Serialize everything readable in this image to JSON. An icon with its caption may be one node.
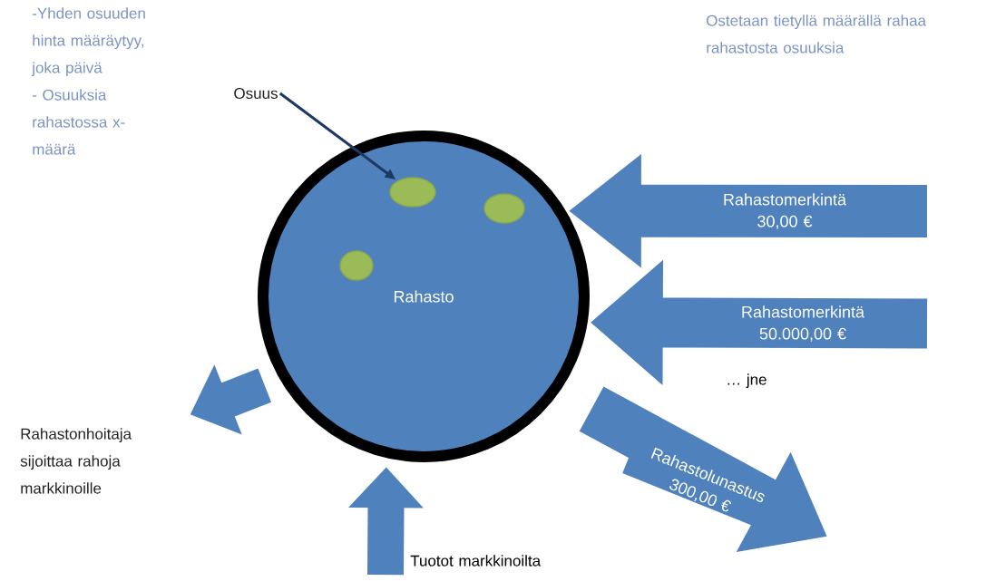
{
  "diagram": {
    "nodes": [
      {
        "text": [
          "Rahasto"
        ]
      },
      {
        "text": [],
        "shape": "circle",
        "in": 0
      },
      {
        "text": [],
        "shape": "circle",
        "in": 0
      },
      {
        "text": [],
        "shape": "circle",
        "in": 0
      },
      {
        "text": [
          "Osuus"
        ]
      },
      {
        "text": [
          "Rahastonhoitaja sijoittaa rahoja markkinoille"
        ]
      }
    ],
    "edges": [
      {
        "from": 4,
        "to": 1,
        "arrow": "to",
        "color": "#1f3864"
      },
      {
        "from": null,
        "to": 0,
        "arrow": "to",
        "label": "Rahastomerkintä 30,00 €"
      },
      {
        "from": null,
        "to": 0,
        "arrow": "to",
        "label": "Rahastomerkintä 50.000,00 €"
      },
      {
        "from": 0,
        "to": 5,
        "arrow": "to"
      },
      {
        "from": null,
        "to": 0,
        "arrow": "to"
      },
      {
        "from": 0,
        "to": null,
        "arrow": "to",
        "label": "Rahastolunastus 300,00 €"
      }
    ],
    "labels": [
      "-Yhden osuuden hinta määräytyy, joka päivä",
      "- Osuuksia rahastossa x-määrä",
      "Ostetaan tietyllä määrällä rahaa rahastosta osuuksia",
      "… jne",
      "Tuotot markkinoilta"
    ]
  }
}
